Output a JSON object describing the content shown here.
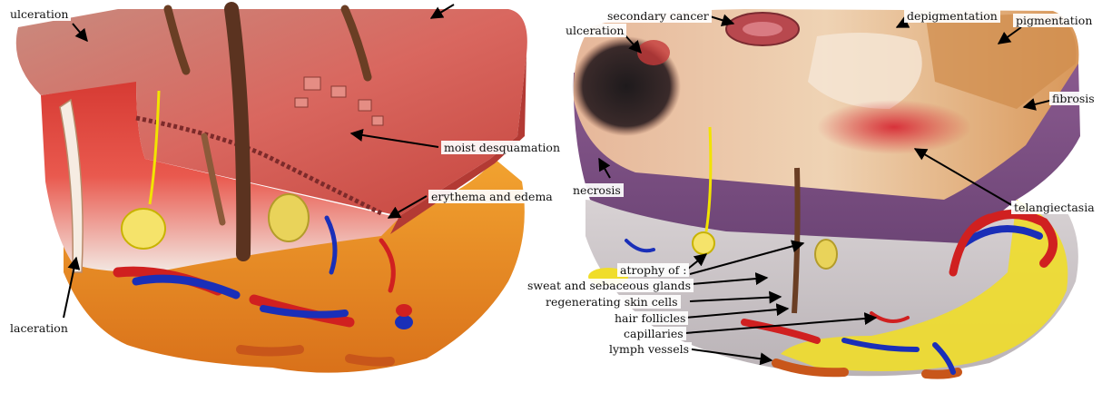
{
  "left_panel": {
    "labels": {
      "ulceration": "ulceration",
      "moist_desquamation": "moist desquamation",
      "erythema_edema": "erythema and edema",
      "laceration": "laceration"
    }
  },
  "right_panel": {
    "labels": {
      "secondary_cancer": "secondary cancer",
      "depigmentation": "depigmentation",
      "pigmentation": "pigmentation",
      "ulceration": "ulceration",
      "fibrosis": "fibrosis",
      "necrosis": "necrosis",
      "telangiectasia": "telangiectasia",
      "atrophy_of": "atrophy of :",
      "sweat_glands": "sweat and sebaceous glands",
      "regenerating_cells": "regenerating skin cells",
      "hair_follicles": "hair follicles",
      "capillaries": "capillaries",
      "lymph_vessels": "lymph vessels"
    }
  }
}
